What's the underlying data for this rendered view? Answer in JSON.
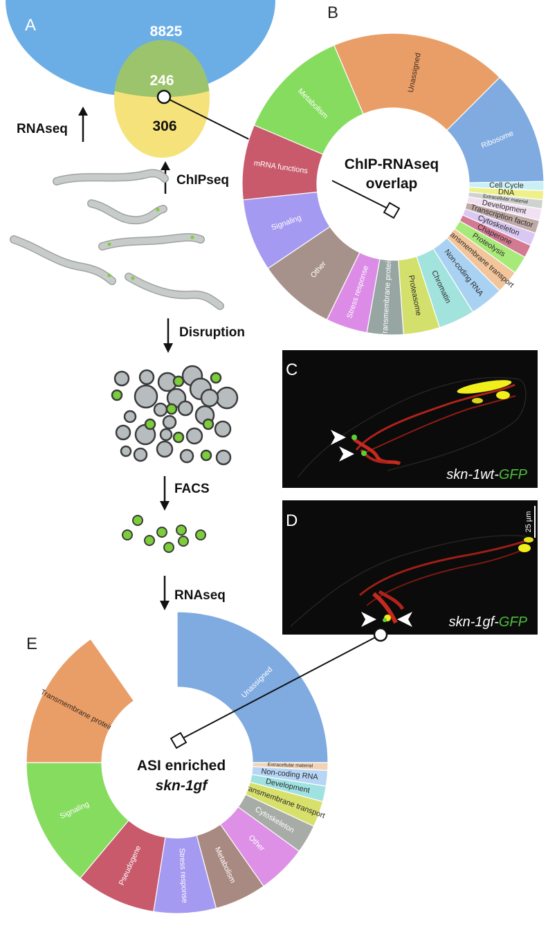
{
  "colors": {
    "rnaseq_blue": "#6baee6",
    "chipseq_yellow": "#f5e27a",
    "overlap_green": "#9cc46c",
    "cell_gray": "#b7bdbf",
    "cell_outline": "#3b3b3b",
    "gfp_green": "#7ccd3a",
    "worm_gray": "#c7cbc9",
    "micro_bg": "#0b0b0b",
    "neuron_red": "#c52a1e",
    "signal_yellow": "#f1ee1b"
  },
  "panel_letters": {
    "a": "A",
    "b": "B",
    "c": "C",
    "d": "D",
    "e": "E"
  },
  "venn": {
    "rnaseq_count": "8825",
    "overlap_count": "246",
    "chipseq_count": "306"
  },
  "workflow": {
    "rnaseq_up_label": "RNAseq",
    "chipseq_label": "ChIPseq",
    "disruption_label": "Disruption",
    "facs_label": "FACS",
    "rnaseq_down_label": "RNAseq"
  },
  "donut_b": {
    "title_line1": "ChIP-RNAseq",
    "title_line2": "overlap",
    "segments": [
      {
        "label": "Ribosome",
        "start": 45,
        "end": 89,
        "color": "#7fabe0",
        "text": "#ffffff"
      },
      {
        "label": "Cell Cycle",
        "start": 89,
        "end": 92.5,
        "color": "#c9f0f5",
        "text": "#2a2a2a"
      },
      {
        "label": "DNA",
        "start": 92.5,
        "end": 96,
        "color": "#eef08a",
        "text": "#2a2a2a"
      },
      {
        "label": "Extracellular material",
        "start": 96,
        "end": 99.5,
        "color": "#cfd3cf",
        "text": "#2a2a2a",
        "small": true
      },
      {
        "label": "Development",
        "start": 99.5,
        "end": 104,
        "color": "#f1e1f2",
        "text": "#2a2a2a"
      },
      {
        "label": "Transcription factor",
        "start": 104,
        "end": 109,
        "color": "#bfaaa6",
        "text": "#2a2a2a"
      },
      {
        "label": "Cytoskeleton",
        "start": 109,
        "end": 114,
        "color": "#d9c8f2",
        "text": "#2a2a2a"
      },
      {
        "label": "Chaperone",
        "start": 114,
        "end": 119,
        "color": "#d27a92",
        "text": "#2a2a2a"
      },
      {
        "label": "Proteolysis",
        "start": 119,
        "end": 126,
        "color": "#a8ea7a",
        "text": "#2a2a2a"
      },
      {
        "label": "Transmembrane transport",
        "start": 126,
        "end": 135,
        "color": "#f3c59b",
        "text": "#2a2a2a"
      },
      {
        "label": "Non-coding RNA",
        "start": 135,
        "end": 148,
        "color": "#a9d2f2",
        "text": "#2a2a2a"
      },
      {
        "label": "Chromatin",
        "start": 148,
        "end": 162,
        "color": "#a3e3dd",
        "text": "#2a2a2a"
      },
      {
        "label": "Proteasome",
        "start": 162,
        "end": 176,
        "color": "#d3e06b",
        "text": "#2a2a2a"
      },
      {
        "label": "Transmembrane protein",
        "start": 176,
        "end": 190,
        "color": "#97a6a2",
        "text": "#ffffff"
      },
      {
        "label": "Stress response",
        "start": 190,
        "end": 206,
        "color": "#dc8ce6",
        "text": "#ffffff"
      },
      {
        "label": "Other",
        "start": 206,
        "end": 236,
        "color": "#a7928b",
        "text": "#ffffff"
      },
      {
        "label": "Signaling",
        "start": 236,
        "end": 264,
        "color": "#a59af2",
        "text": "#ffffff"
      },
      {
        "label": "mRNA functions",
        "start": 264,
        "end": 293,
        "color": "#c85a6c",
        "text": "#ffffff"
      },
      {
        "label": "Metabolism",
        "start": 293,
        "end": 337,
        "color": "#86dc5e",
        "text": "#ffffff"
      },
      {
        "label": "Unassigned",
        "start": 337,
        "end": 405,
        "color": "#e99e68",
        "text": "#3b2a1e"
      }
    ]
  },
  "donut_e": {
    "title_line1": "ASI enriched",
    "title_line2": "skn-1gf",
    "segments": [
      {
        "label": "Unassigned",
        "start": 0,
        "end": 90,
        "color": "#7fabe0",
        "text": "#ffffff"
      },
      {
        "label": "Extracellular material",
        "start": 90,
        "end": 93,
        "color": "#f2d3b6",
        "text": "#2a2a2a",
        "small": true
      },
      {
        "label": "Non-coding RNA",
        "start": 93,
        "end": 99,
        "color": "#b7d6f5",
        "text": "#2a2a2a"
      },
      {
        "label": "Development",
        "start": 99,
        "end": 105,
        "color": "#a0e2e2",
        "text": "#2a2a2a"
      },
      {
        "label": "Transmembrane transport",
        "start": 105,
        "end": 115,
        "color": "#d8e06c",
        "text": "#2a2a2a"
      },
      {
        "label": "Cytoskeleton",
        "start": 115,
        "end": 126,
        "color": "#a7aca6",
        "text": "#ffffff"
      },
      {
        "label": "Other",
        "start": 126,
        "end": 145,
        "color": "#dd90e6",
        "text": "#ffffff"
      },
      {
        "label": "Metabolism",
        "start": 145,
        "end": 165,
        "color": "#a98a82",
        "text": "#ffffff"
      },
      {
        "label": "Stress response",
        "start": 165,
        "end": 189,
        "color": "#a59af2",
        "text": "#ffffff"
      },
      {
        "label": "Pseudogene",
        "start": 189,
        "end": 220,
        "color": "#c85a6c",
        "text": "#ffffff"
      },
      {
        "label": "Signaling",
        "start": 220,
        "end": 270,
        "color": "#86dc5e",
        "text": "#ffffff"
      },
      {
        "label": "Transmembrane protein",
        "start": 270,
        "end": 325,
        "color": "#e99e68",
        "text": "#3b2a1e"
      }
    ]
  },
  "micro_c": {
    "caption_prefix": "skn-1wt-",
    "caption_gfp": "GFP"
  },
  "micro_d": {
    "caption_prefix": "skn-1gf-",
    "caption_gfp": "GFP",
    "scale_bar": "25 µm"
  }
}
